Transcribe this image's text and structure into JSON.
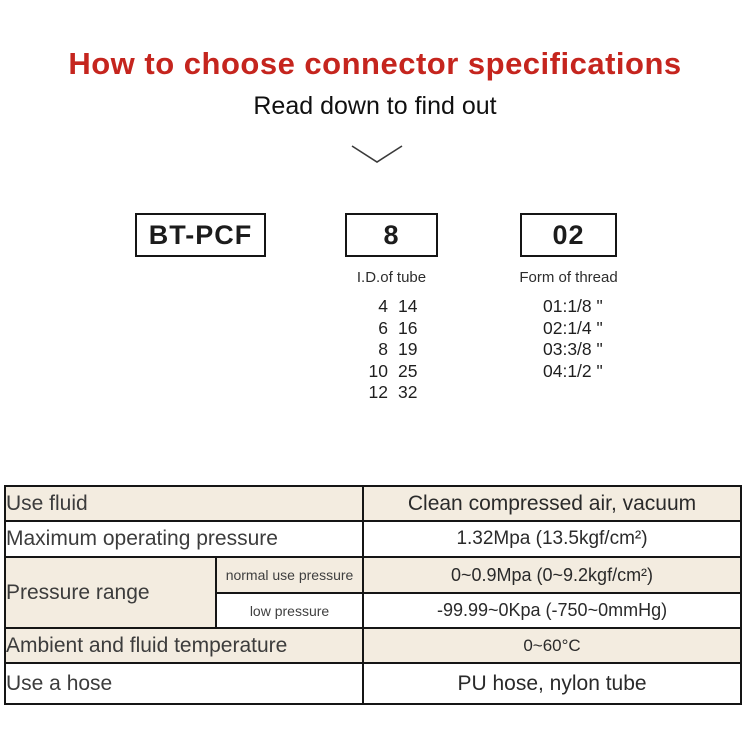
{
  "header": {
    "title": "How to choose connector specifications",
    "subtitle": "Read down to find out",
    "title_color": "#c5251e"
  },
  "chevron_icon": "chevron-down-icon",
  "code_boxes": {
    "series": {
      "label": "BT-PCF"
    },
    "tube_id": {
      "label": "8",
      "caption": "I.D.of tube"
    },
    "thread": {
      "label": "02",
      "caption": "Form of thread"
    }
  },
  "tube_sizes": [
    [
      "4",
      "14"
    ],
    [
      "6",
      "16"
    ],
    [
      "8",
      "19"
    ],
    [
      "10",
      "25"
    ],
    [
      "12",
      "32"
    ]
  ],
  "thread_forms": [
    "01:1/8 \"",
    "02:1/4 \"",
    "03:3/8 \"",
    "04:1/2 \""
  ],
  "spec_rows": [
    {
      "label": "Use fluid",
      "value": "Clean compressed air, vacuum"
    },
    {
      "label": "Maximum operating pressure",
      "value": "1.32Mpa (13.5kgf/cm²)"
    },
    {
      "label": "Pressure range"
    },
    {
      "label": "normal use pressure",
      "value": "0~0.9Mpa (0~9.2kgf/cm²)"
    },
    {
      "label": "low pressure",
      "value": "-99.99~0Kpa (-750~0mmHg)"
    },
    {
      "label": "Ambient and fluid temperature",
      "value": "0~60°C"
    },
    {
      "label": "Use a hose",
      "value": "PU hose, nylon tube"
    }
  ],
  "colors": {
    "accent_red": "#c5251e",
    "row_beige": "#f3ece0",
    "table_border": "#151515"
  }
}
